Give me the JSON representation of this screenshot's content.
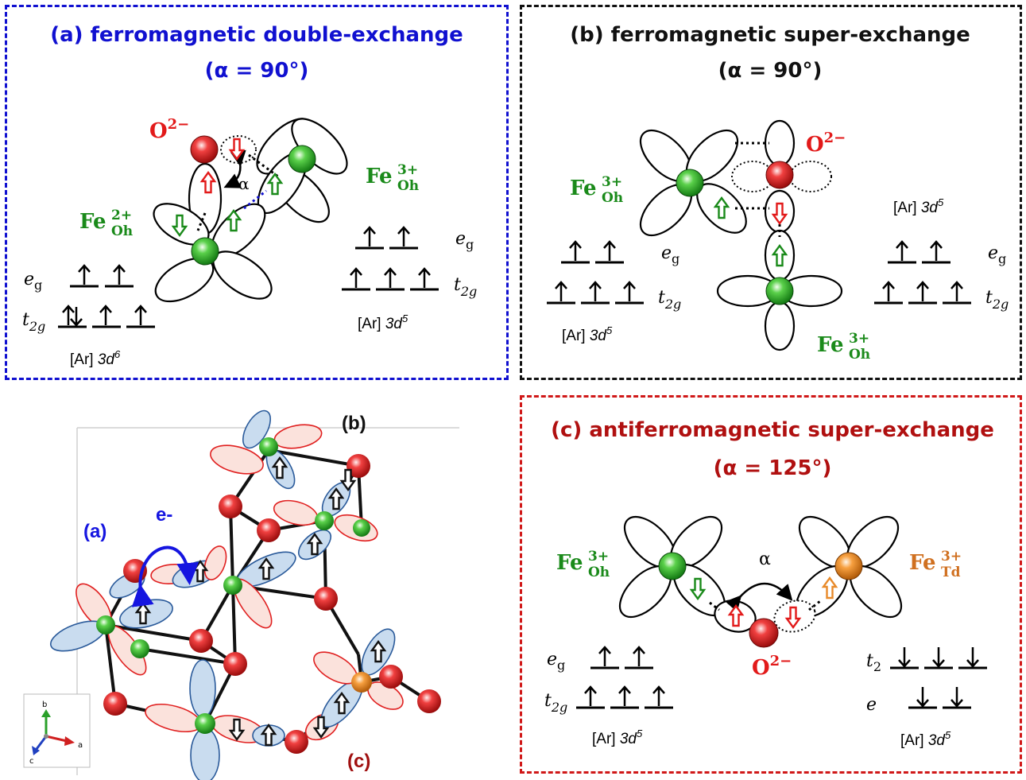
{
  "panel_a": {
    "title": "(a) ferromagnetic double-exchange",
    "angle": "(α = 90°)",
    "oxygen": "O",
    "oxygen_charge": "2−",
    "angle_symbol": "α",
    "fe_left": "Fe",
    "fe_left_sub": "Oh",
    "fe_left_charge": "2+",
    "fe_right": "Fe",
    "fe_right_sub": "Oh",
    "fe_right_charge": "3+",
    "level_eg": "e",
    "level_eg_sub": "g",
    "level_t2g": "t",
    "level_t2g_sub": "2g",
    "config_left": "[Ar] ",
    "config_left_orb": "3d",
    "config_left_exp": "6",
    "config_right": "[Ar] ",
    "config_right_orb": "3d",
    "config_right_exp": "5"
  },
  "panel_b": {
    "title": "(b) ferromagnetic super-exchange",
    "angle": "(α = 90°)",
    "oxygen": "O",
    "oxygen_charge": "2−",
    "fe_left": "Fe",
    "fe_left_sub": "Oh",
    "fe_left_charge": "3+",
    "fe_bottom": "Fe",
    "fe_bottom_sub": "Oh",
    "fe_bottom_charge": "3+",
    "level_eg": "e",
    "level_eg_sub": "g",
    "level_t2g": "t",
    "level_t2g_sub": "2g",
    "config_left": "[Ar] ",
    "config_left_orb": "3d",
    "config_left_exp": "5",
    "config_right": "[Ar] ",
    "config_right_orb": "3d",
    "config_right_exp": "5"
  },
  "panel_c": {
    "title": "(c) antiferromagnetic super-exchange",
    "angle": "(α = 125°)",
    "angle_symbol": "α",
    "oxygen": "O",
    "oxygen_charge": "2−",
    "fe_left": "Fe",
    "fe_left_sub": "Oh",
    "fe_left_charge": "3+",
    "fe_right": "Fe",
    "fe_right_sub": "Td",
    "fe_right_charge": "3+",
    "level_eg": "e",
    "level_eg_sub": "g",
    "level_t2g": "t",
    "level_t2g_sub": "2g",
    "level_t2": "t",
    "level_t2_sub": "2",
    "level_e": "e",
    "config_left": "[Ar] ",
    "config_left_orb": "3d",
    "config_left_exp": "5",
    "config_right": "[Ar] ",
    "config_right_orb": "3d",
    "config_right_exp": "5"
  },
  "structure": {
    "label_a": "(a)",
    "label_b": "(b)",
    "label_c": "(c)",
    "electron": "e-",
    "axis_a": "a",
    "axis_b": "b",
    "axis_c": "c"
  },
  "colors": {
    "blue": "#1010d0",
    "black": "#111111",
    "red": "#d01818",
    "fe_green": "#1a8a1a",
    "oxygen_red": "#e21a1a",
    "fe_td_orange": "#d07020",
    "spin_green": "#1a8a1a",
    "spin_red": "#e21a1a"
  }
}
